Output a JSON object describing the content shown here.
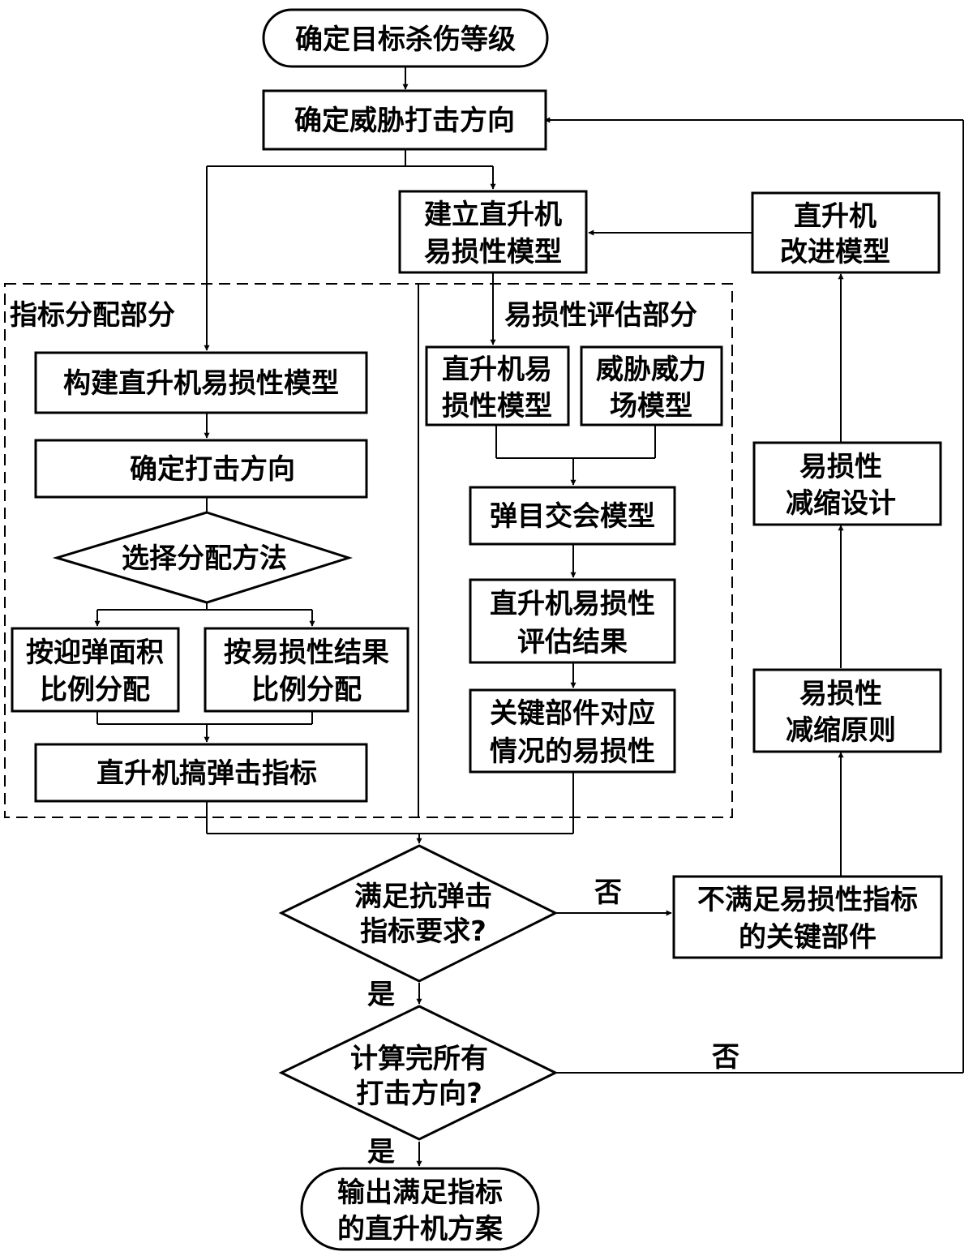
{
  "nodes": {
    "start": "确定目标杀伤等级",
    "threat_direction": "确定威胁打击方向",
    "build_model_1": "建立直升机",
    "build_model_2": "易损性模型",
    "improve_1": "直升机",
    "improve_2": "改进模型",
    "allocation_section": "指标分配部分",
    "assessment_section": "易损性评估部分",
    "construct_model": "构建直升机易损性模型",
    "determine_direction": "确定打击方向",
    "select_method": "选择分配方法",
    "by_area_1": "按迎弹面积",
    "by_area_2": "比例分配",
    "by_result_1": "按易损性结果",
    "by_result_2": "比例分配",
    "heli_index": "直升机搞弹击指标",
    "vuln_model_1": "直升机易",
    "vuln_model_2": "损性模型",
    "threat_field_1": "威胁威力",
    "threat_field_2": "场模型",
    "encounter": "弹目交会模型",
    "eval_result_1": "直升机易损性",
    "eval_result_2": "评估结果",
    "key_parts_1": "关键部件对应",
    "key_parts_2": "情况的易损性",
    "reduce_design_1": "易损性",
    "reduce_design_2": "减缩设计",
    "reduce_principle_1": "易损性",
    "reduce_principle_2": "减缩原则",
    "meet_req_1": "满足抗弹击",
    "meet_req_2": "指标要求?",
    "unmet_parts_1": "不满足易损性指标",
    "unmet_parts_2": "的关键部件",
    "all_dirs_1": "计算完所有",
    "all_dirs_2": "打击方向?",
    "output_1": "输出满足指标",
    "output_2": "的直升机方案"
  },
  "labels": {
    "no_1": "否",
    "yes_1": "是",
    "no_2": "否",
    "yes_2": "是"
  }
}
